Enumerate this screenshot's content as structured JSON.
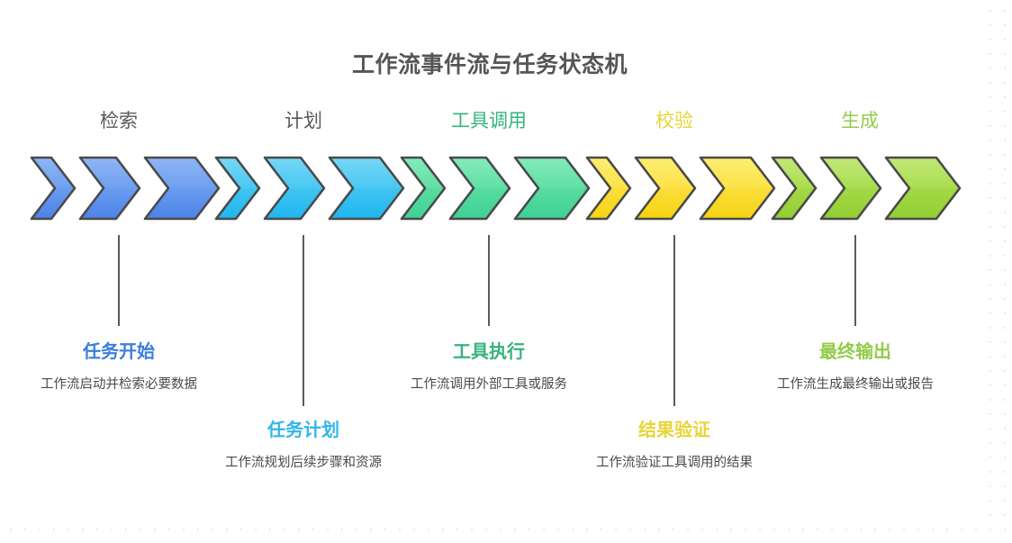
{
  "chart": {
    "title": "工作流事件流与任务状态机",
    "title_color": "#555555",
    "background": "#ffffff",
    "border_color": "#4a4a4a"
  },
  "steps": [
    {
      "id": "retrieval",
      "header": "检索",
      "header_color": "#5a5a5a",
      "caption_title": "任务开始",
      "caption_title_color": "#3b7ddd",
      "caption_desc": "工作流启动并检索必要数据",
      "fill_top": "#7aa7f2",
      "fill_bottom": "#4c82e8",
      "position": "above"
    },
    {
      "id": "planning",
      "header": "计划",
      "header_color": "#5a5a5a",
      "caption_title": "任务计划",
      "caption_title_color": "#31b6ea",
      "caption_desc": "工作流规划后续步骤和资源",
      "fill_top": "#5ecbf2",
      "fill_bottom": "#1fb6ee",
      "position": "below"
    },
    {
      "id": "tool-call",
      "header": "工具调用",
      "header_color": "#36b37e",
      "caption_title": "工具执行",
      "caption_title_color": "#36b37e",
      "caption_desc": "工作流调用外部工具或服务",
      "fill_top": "#6fe3ac",
      "fill_bottom": "#3fd195",
      "position": "above"
    },
    {
      "id": "validation",
      "header": "校验",
      "header_color": "#e8d438",
      "caption_title": "结果验证",
      "caption_title_color": "#e8d438",
      "caption_desc": "工作流验证工具调用的结果",
      "fill_top": "#fbe44b",
      "fill_bottom": "#f7d411",
      "position": "below"
    },
    {
      "id": "generation",
      "header": "生成",
      "header_color": "#92cc49",
      "caption_title": "最终输出",
      "caption_title_color": "#92cc49",
      "caption_desc": "工作流生成最终输出或报告",
      "fill_top": "#b3e05c",
      "fill_bottom": "#94cd33",
      "position": "above"
    }
  ]
}
